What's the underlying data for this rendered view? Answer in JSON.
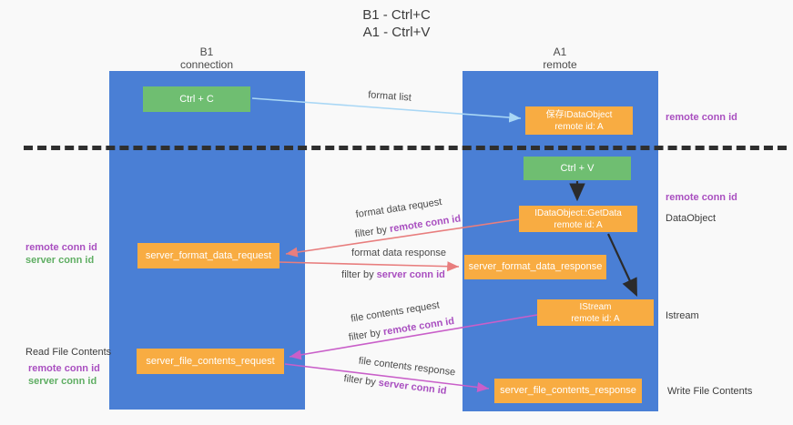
{
  "title": {
    "line1": "B1 - Ctrl+C",
    "line2": "A1 - Ctrl+V"
  },
  "lanes": {
    "left": {
      "title": "B1",
      "subtitle": "connection"
    },
    "right": {
      "title": "A1",
      "subtitle": "remote"
    }
  },
  "boxes": {
    "ctrl_c": "Ctrl + C",
    "ctrl_v": "Ctrl + V",
    "saved_idataobject": {
      "line1": "保存IDataObject",
      "line2": "remote id: A"
    },
    "getdata": {
      "line1": "IDataObject::GetData",
      "line2": "remote id: A"
    },
    "istream": {
      "line1": "IStream",
      "line2": "remote id: A"
    },
    "server_format_data_request": "server_format_data_request",
    "server_format_data_response": "server_format_data_response",
    "server_file_contents_request": "server_file_contents_request",
    "server_file_contents_response": "server_file_contents_response"
  },
  "flow_labels": {
    "format_list": "format list",
    "format_data_request": "format data request",
    "format_data_request_filter": {
      "prefix": "filter by ",
      "key": "remote conn id"
    },
    "format_data_response": "format data response",
    "format_data_response_filter": {
      "prefix": "filter by ",
      "key": "server conn id"
    },
    "file_contents_request": "file contents request",
    "file_contents_request_filter": {
      "prefix": "filter by ",
      "key": "remote conn id"
    },
    "file_contents_response": "file contents response",
    "file_contents_response_filter": {
      "prefix": "filter by ",
      "key": "server conn id"
    }
  },
  "side_labels": {
    "right_remote_conn_top": "remote conn id",
    "right_remote_conn_mid": "remote conn id",
    "right_dataobject": "DataObject",
    "right_istream": "Istream",
    "right_write_file": "Write File Contents",
    "left_remote_conn_mid": "remote conn id",
    "left_server_conn_mid": "server conn id",
    "left_read_file": "Read File Contents",
    "left_remote_conn_bottom": "remote conn id",
    "left_server_conn_bottom": "server conn id"
  },
  "colors": {
    "lane_blue": "#4A7FD5",
    "box_green": "#6FBE71",
    "box_orange": "#F8AC42",
    "arrow_blue": "#A9D7F5",
    "arrow_salmon": "#E87E7E",
    "arrow_magenta": "#C95FC9",
    "arrow_black": "#2b2b2b",
    "label_purple": "#A94FC0",
    "label_green": "#5FAE63"
  }
}
